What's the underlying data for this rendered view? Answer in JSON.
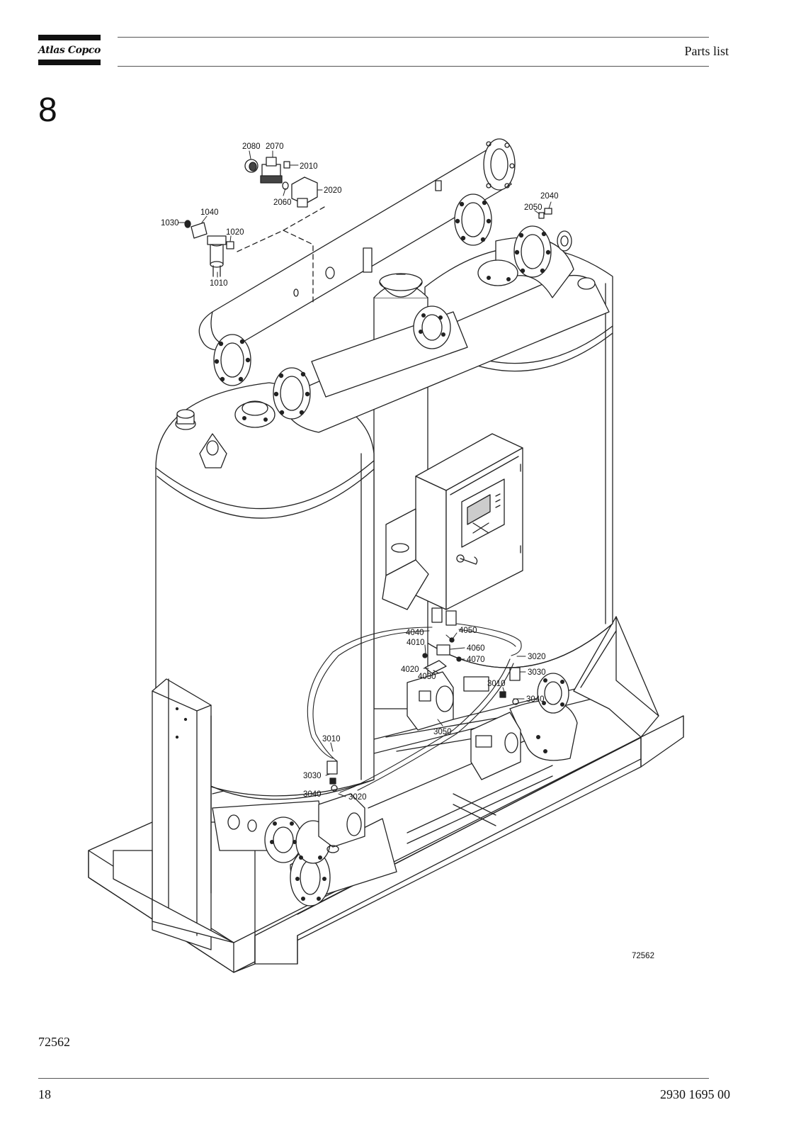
{
  "header": {
    "brand": "Atlas Copco",
    "section_title": "Parts list"
  },
  "section_number": "8",
  "figure": {
    "drawing_number": "72562",
    "caption": "72562",
    "callouts": [
      {
        "id": "c2080",
        "label": "2080"
      },
      {
        "id": "c2070",
        "label": "2070"
      },
      {
        "id": "c2010",
        "label": "2010"
      },
      {
        "id": "c2020",
        "label": "2020"
      },
      {
        "id": "c2060",
        "label": "2060"
      },
      {
        "id": "c2040",
        "label": "2040"
      },
      {
        "id": "c2050",
        "label": "2050"
      },
      {
        "id": "c1040",
        "label": "1040"
      },
      {
        "id": "c1030",
        "label": "1030"
      },
      {
        "id": "c1020",
        "label": "1020"
      },
      {
        "id": "c1010",
        "label": "1010"
      },
      {
        "id": "c4040",
        "label": "4040"
      },
      {
        "id": "c4050",
        "label": "4050"
      },
      {
        "id": "c4010",
        "label": "4010"
      },
      {
        "id": "c4060",
        "label": "4060"
      },
      {
        "id": "c4070",
        "label": "4070"
      },
      {
        "id": "c4020",
        "label": "4020"
      },
      {
        "id": "c4030",
        "label": "4030"
      },
      {
        "id": "c3020a",
        "label": "3020"
      },
      {
        "id": "c3030a",
        "label": "3030"
      },
      {
        "id": "c3010a",
        "label": "3010"
      },
      {
        "id": "c3040a",
        "label": "3040"
      },
      {
        "id": "c3050",
        "label": "3050"
      },
      {
        "id": "c3010b",
        "label": "3010"
      },
      {
        "id": "c3030b",
        "label": "3030"
      },
      {
        "id": "c3040b",
        "label": "3040"
      },
      {
        "id": "c3020b",
        "label": "3020"
      }
    ]
  },
  "footer": {
    "page_number": "18",
    "document_number": "2930 1695 00"
  }
}
